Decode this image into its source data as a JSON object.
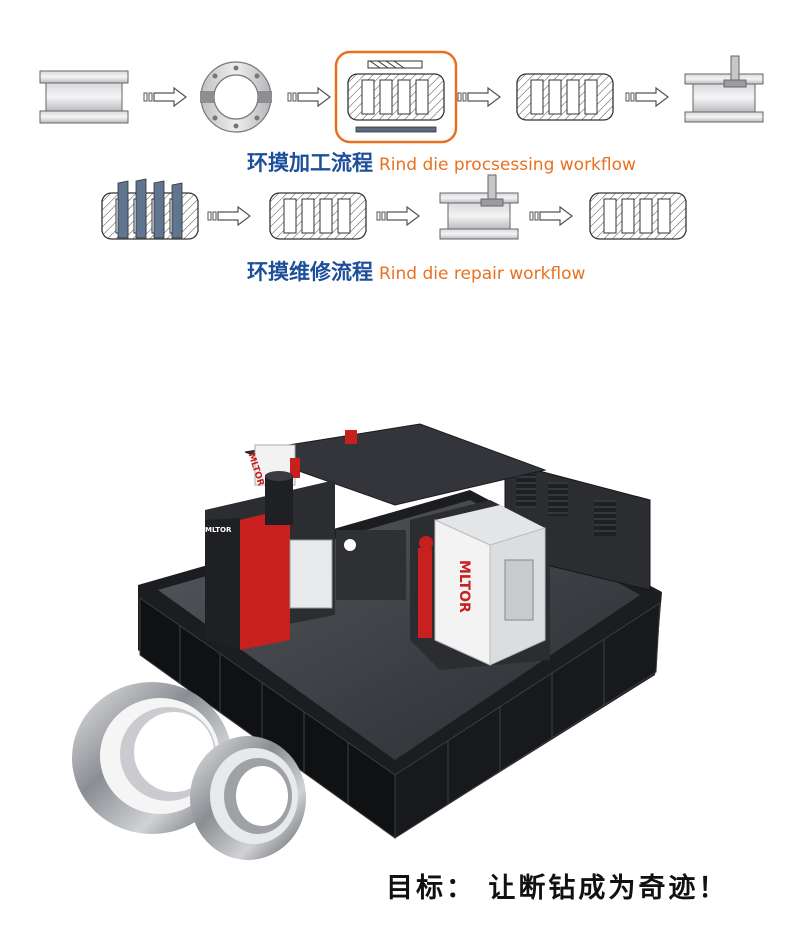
{
  "processing": {
    "zh": "环摸加工流程",
    "en": "Rind die procsessing workflow"
  },
  "repair": {
    "zh": "环摸维修流程",
    "en": "Rind die repair workflow"
  },
  "machine": {
    "brand_labels": [
      "MLTOR",
      "MLTOR",
      "MLTOR"
    ]
  },
  "goal_text": "目标： 让断钻成为奇迹！",
  "colors": {
    "caption_blue": "#1d4f9a",
    "caption_orange": "#e8711f",
    "highlight_box": "#e8711f",
    "machine_red": "#c8201e",
    "machine_dark": "#2b2d31"
  }
}
